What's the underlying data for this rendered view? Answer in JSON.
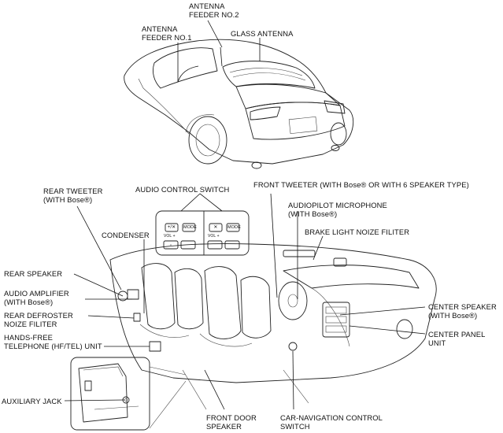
{
  "labels": {
    "antenna_feeder_no2": [
      "ANTENNA",
      "FEEDER NO.2"
    ],
    "antenna_feeder_no1": [
      "ANTENNA",
      "FEEDER NO.1"
    ],
    "glass_antenna": [
      "GLASS ANTENNA"
    ],
    "rear_tweeter": [
      "REAR TWEETER",
      "(WITH Bose®)"
    ],
    "audio_control_switch": [
      "AUDIO CONTROL SWITCH"
    ],
    "front_tweeter": [
      "FRONT TWEETER (WITH Bose® OR WITH 6 SPEAKER TYPE)"
    ],
    "audiopilot_microphone": [
      "AUDIOPILOT MICROPHONE",
      "(WITH Bose®)"
    ],
    "condenser": [
      "CONDENSER"
    ],
    "brake_light_noize_filiter": [
      "BRAKE LIGHT NOIZE FILITER"
    ],
    "rear_speaker": [
      "REAR SPEAKER"
    ],
    "audio_amplifier": [
      "AUDIO AMPLIFIER",
      "(WITH Bose®)"
    ],
    "rear_defroster_noize_filiter": [
      "REAR DEFROSTER",
      "NOIZE FILITER"
    ],
    "hands_free_telephone_unit": [
      "HANDS-FREE",
      "TELEPHONE (HF/TEL) UNIT"
    ],
    "center_speaker": [
      "CENTER SPEAKER",
      "(WITH Bose®)"
    ],
    "center_panel_unit": [
      "CENTER PANEL",
      "UNIT"
    ],
    "auxiliary_jack": [
      "AUXILIARY JACK"
    ],
    "front_door_speaker": [
      "FRONT DOOR",
      "SPEAKER"
    ],
    "car_navigation_control_switch": [
      "CAR-NAVIGATION CONTROL",
      "SWITCH"
    ]
  },
  "switch_panel": {
    "left_buttons": [
      "+/✕",
      "MODE"
    ],
    "right_buttons": [
      "✕",
      "MODE"
    ],
    "vol_label": "VOL +"
  }
}
